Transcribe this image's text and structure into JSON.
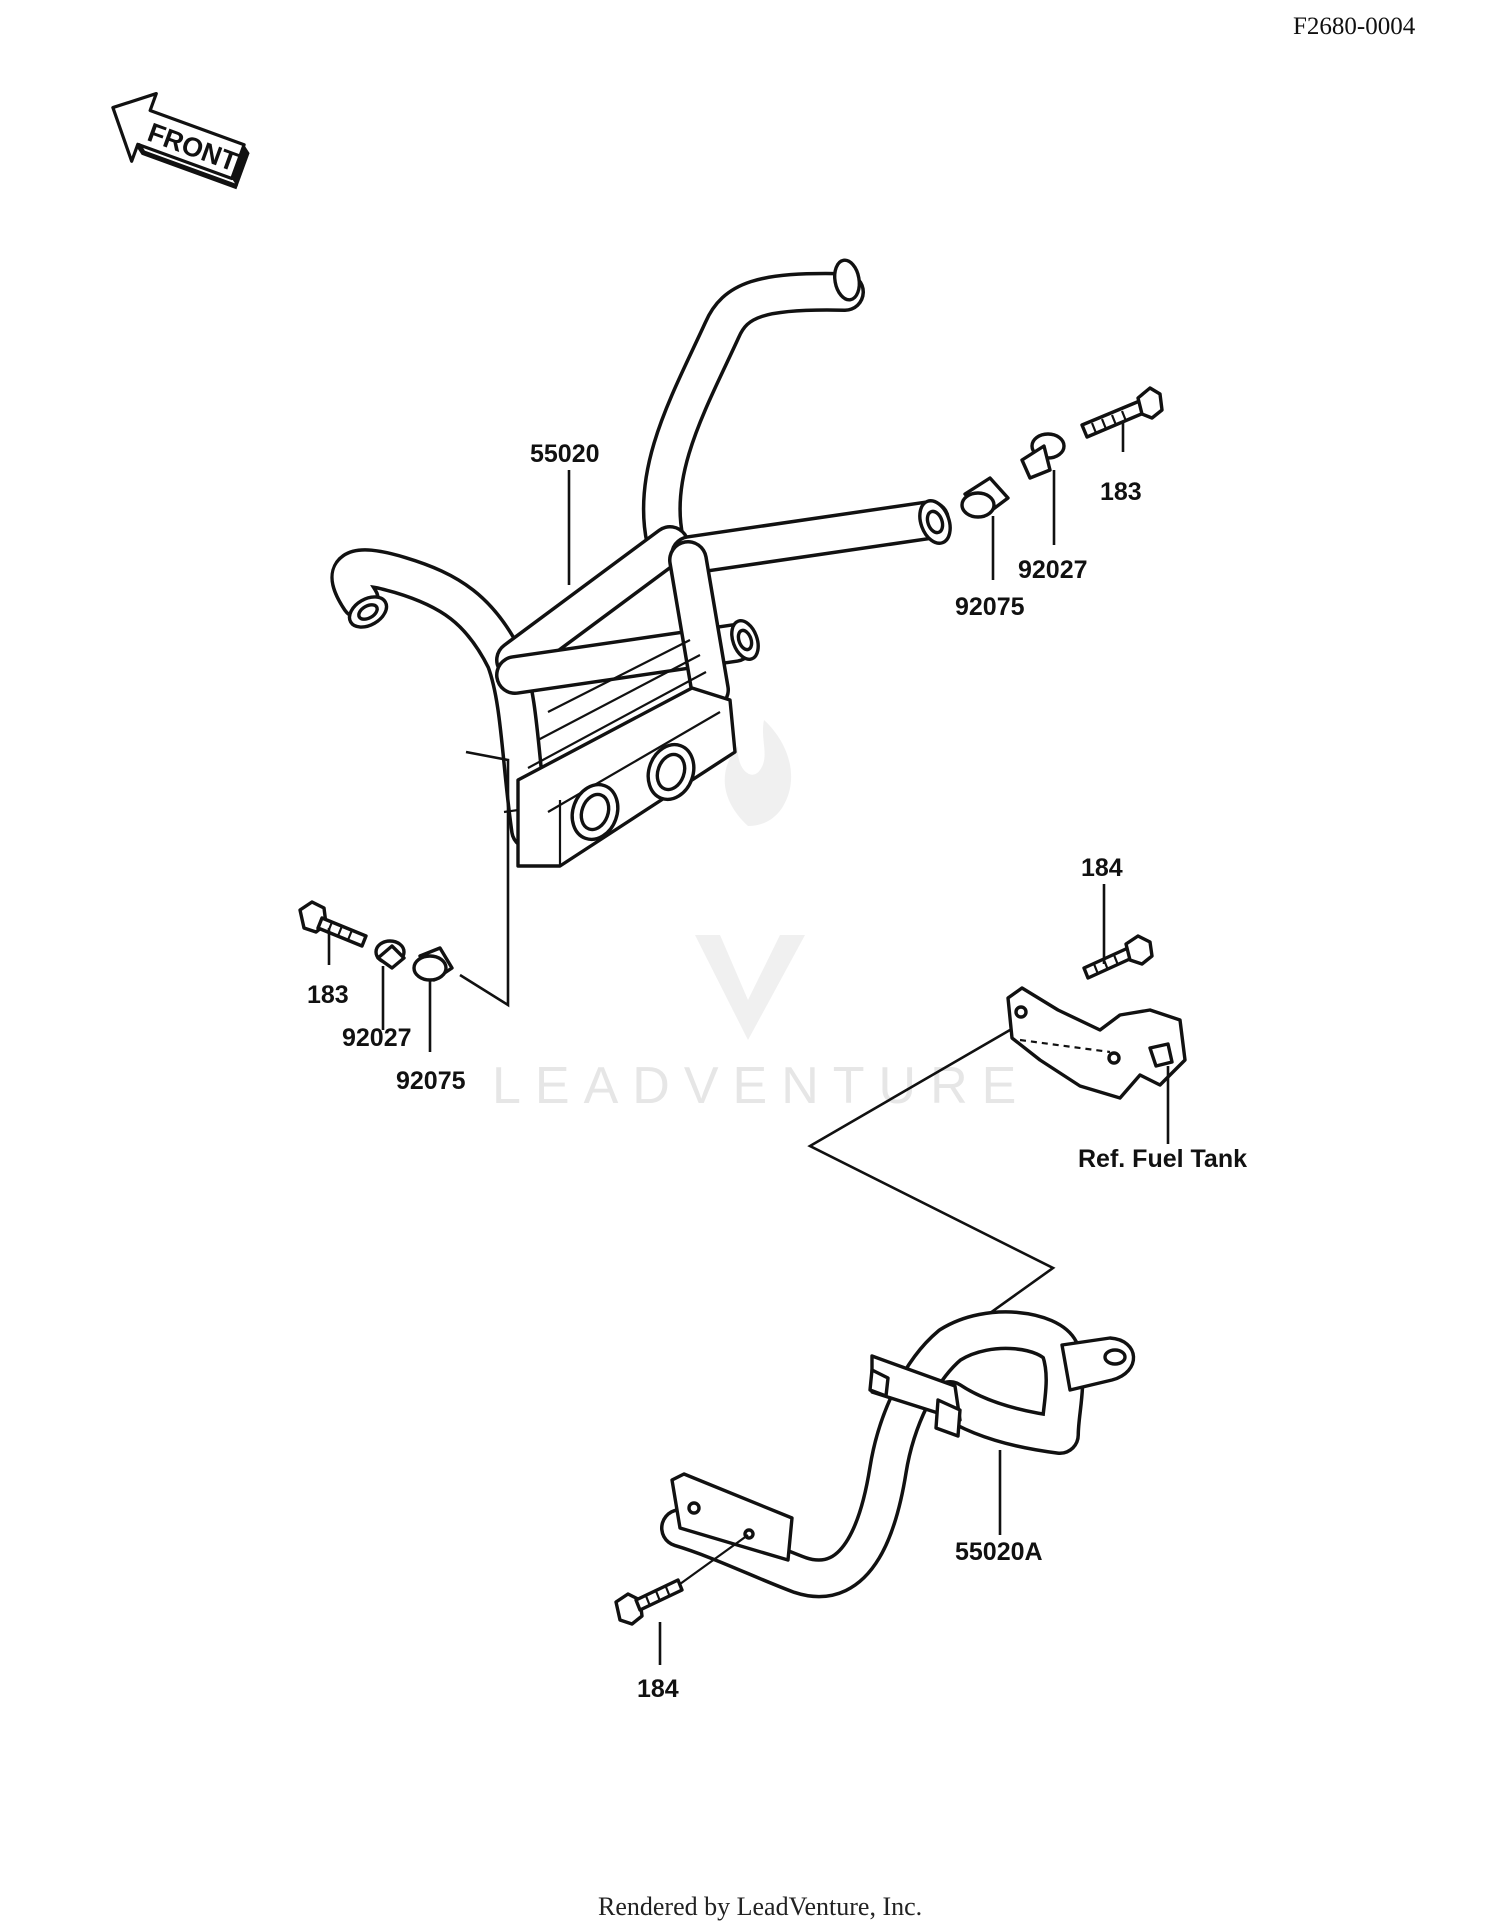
{
  "header": {
    "diagram_code": "F2680-0004"
  },
  "front_arrow": {
    "label": "FRONT"
  },
  "parts": {
    "guard_upper": "55020",
    "guard_lower": "55020A",
    "bolt_upper_right": "183",
    "collar_upper_right": "92027",
    "grommet_upper_right": "92075",
    "bolt_left": "183",
    "collar_left": "92027",
    "grommet_left": "92075",
    "bolt_bracket": "184",
    "bolt_lower": "184"
  },
  "reference": {
    "fuel_tank": "Ref. Fuel Tank"
  },
  "watermark": {
    "text": "LEADVENTURE"
  },
  "footer": {
    "text": "Rendered by LeadVenture, Inc."
  }
}
